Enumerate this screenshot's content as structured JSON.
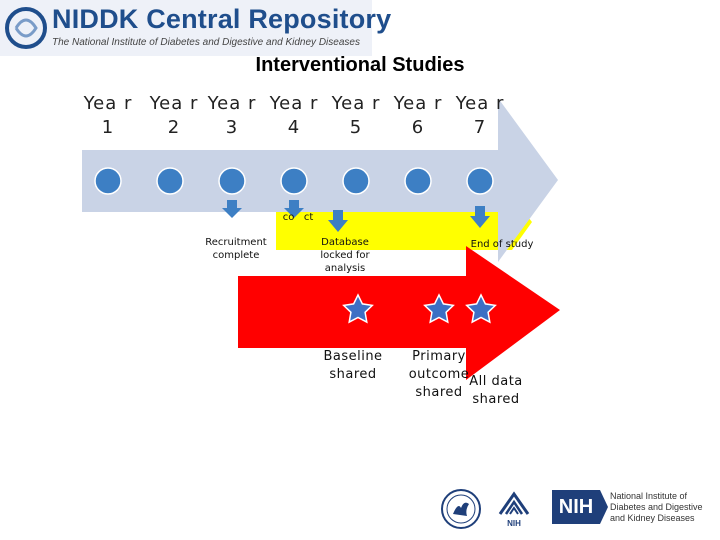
{
  "header": {
    "logo_title": "NIDDK Central Repository",
    "logo_subtitle": "The National Institute of Diabetes and Digestive and Kidney Diseases"
  },
  "title": "Interventional Studies",
  "years": [
    "Yea r 1",
    "Yea r 2",
    "Yea r 3",
    "Yea r 4",
    "Yea r 5",
    "Yea r 6",
    "Yea r 7"
  ],
  "milestones": {
    "recruitment": "Recruitment complete",
    "partial": "co   ct",
    "database": "Database locked for analysis",
    "end_of_study": "End of study"
  },
  "sharing": {
    "baseline": "Baseline shared",
    "primary": "Primary outcome shared",
    "all_data": "All data shared"
  },
  "footer": {
    "nih_abbrev": "NIH",
    "nih_name": "National Institute of Diabetes and Digestive and Kidney Diseases",
    "nih_small": "NIH"
  },
  "colors": {
    "timeline_arrow": "#c9d3e6",
    "circle": "#3d7fc4",
    "yellow_band": "#ffff00",
    "red_arrow": "#ff0000",
    "star": "#3d6fc4",
    "brand": "#1f4e8c"
  },
  "icons": [
    "repository-logo-icon",
    "hhs-seal-icon",
    "nih-small-logo-icon",
    "star-icon",
    "down-arrow-icon"
  ]
}
